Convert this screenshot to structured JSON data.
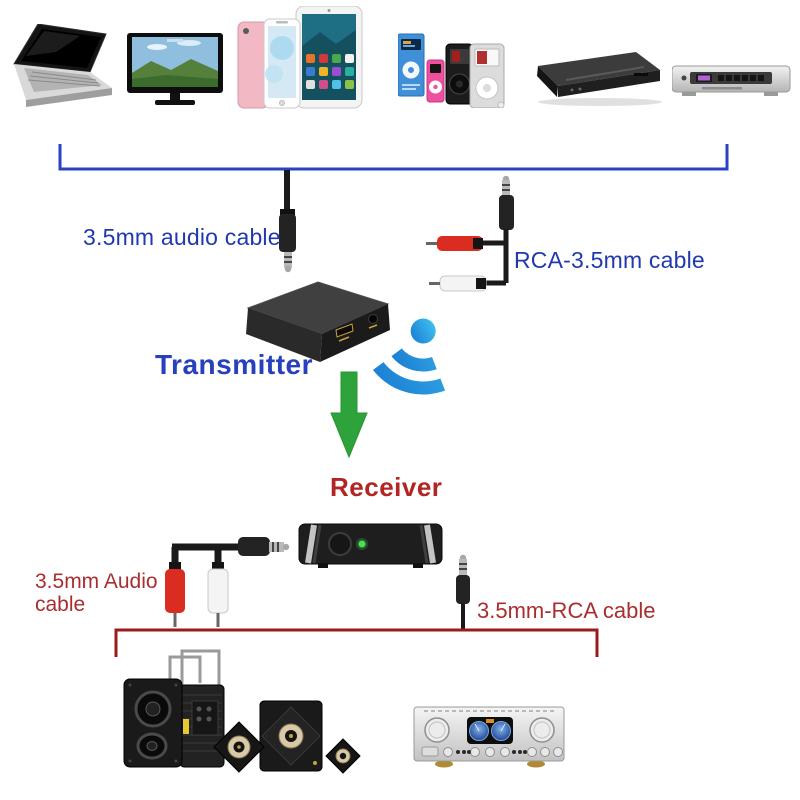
{
  "diagram": {
    "top_cable_left_label": "3.5mm audio cable",
    "top_cable_right_label": "RCA-3.5mm cable",
    "transmitter_label": "Transmitter",
    "receiver_label": "Receiver",
    "bottom_cable_left_label": "3.5mm Audio\ncable",
    "bottom_cable_right_label": "3.5mm-RCA cable"
  },
  "source_devices": [
    {
      "icon": "laptop-icon",
      "name": "laptop"
    },
    {
      "icon": "tv-icon",
      "name": "television"
    },
    {
      "icon": "smartphone-tablet-icon",
      "name": "smartphone and tablet"
    },
    {
      "icon": "mp3-players-icon",
      "name": "mp3 players"
    },
    {
      "icon": "dvd-player-icon",
      "name": "dvd player"
    },
    {
      "icon": "satellite-receiver-icon",
      "name": "satellite receiver"
    }
  ],
  "output_devices": [
    {
      "icon": "pa-speakers-icon",
      "name": "portable pa speakers"
    },
    {
      "icon": "speaker-set-icon",
      "name": "2.1 speaker set"
    },
    {
      "icon": "amplifier-icon",
      "name": "stereo amplifier"
    }
  ],
  "colors": {
    "blue_text": "#2139ae",
    "blue_bracket": "#2a42c4",
    "red_text": "#a82f2f",
    "red_bracket": "#9b1b1b",
    "green_arrow": "#2ea33b",
    "wifi_blue_light": "#44c8f5",
    "wifi_blue_dark": "#1878d0",
    "rca_red": "#da2c20",
    "rca_white": "#f4f4f4"
  }
}
